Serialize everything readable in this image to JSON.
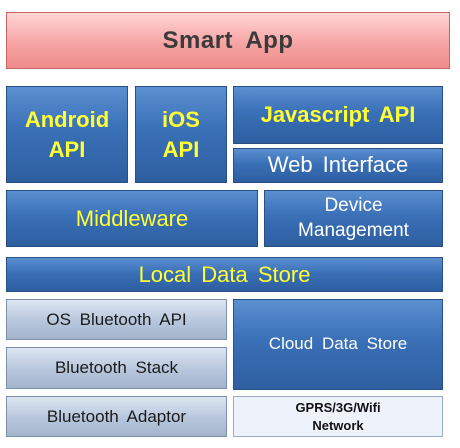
{
  "layers": {
    "smart_app": "Smart App",
    "android_api": "Android API",
    "ios_api": "iOS API",
    "javascript_api": "Javascript API",
    "web_interface": "Web Interface",
    "middleware": "Middleware",
    "device_management": "Device Management",
    "local_data_store": "Local Data Store",
    "os_bluetooth_api": "OS Bluetooth API",
    "bluetooth_stack": "Bluetooth Stack",
    "bluetooth_adaptor": "Bluetooth Adaptor",
    "cloud_data_store": "Cloud Data Store",
    "network": "GPRS/3G/Wifi Network"
  },
  "colors": {
    "app_layer": "#f7a4a4",
    "api_layer": "#3a70b7",
    "hardware_layer": "#b7c6dc",
    "network_layer": "#eef3fb",
    "highlight_text": "#ffff33"
  }
}
